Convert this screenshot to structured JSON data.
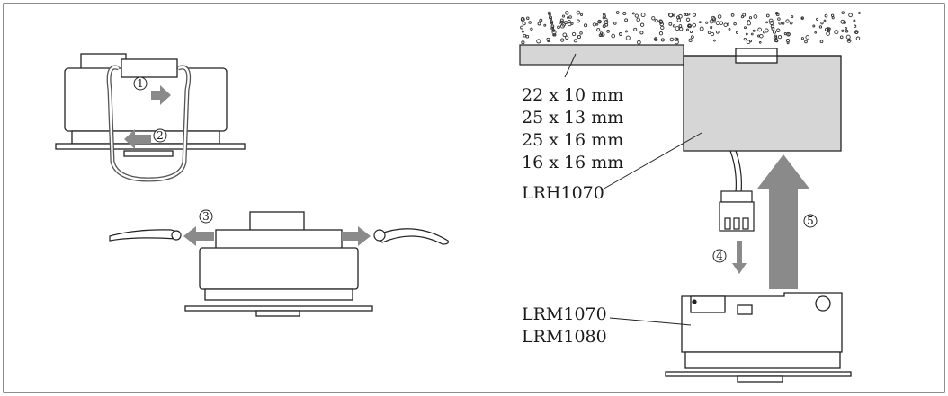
{
  "labels": {
    "cable_sizes": [
      "22 x 10 mm",
      "25 x 13 mm",
      "25 x 16 mm",
      "16 x 16 mm"
    ],
    "housing_model": "LRH1070",
    "module_models": [
      "LRM1070",
      "LRM1080"
    ]
  },
  "steps": [
    "1",
    "2",
    "3",
    "4",
    "5"
  ],
  "colors": {
    "outline": "#222222",
    "arrow": "#8a8a8a",
    "housing_fill": "#d6d6d6",
    "ceiling_dots": "#333333"
  }
}
